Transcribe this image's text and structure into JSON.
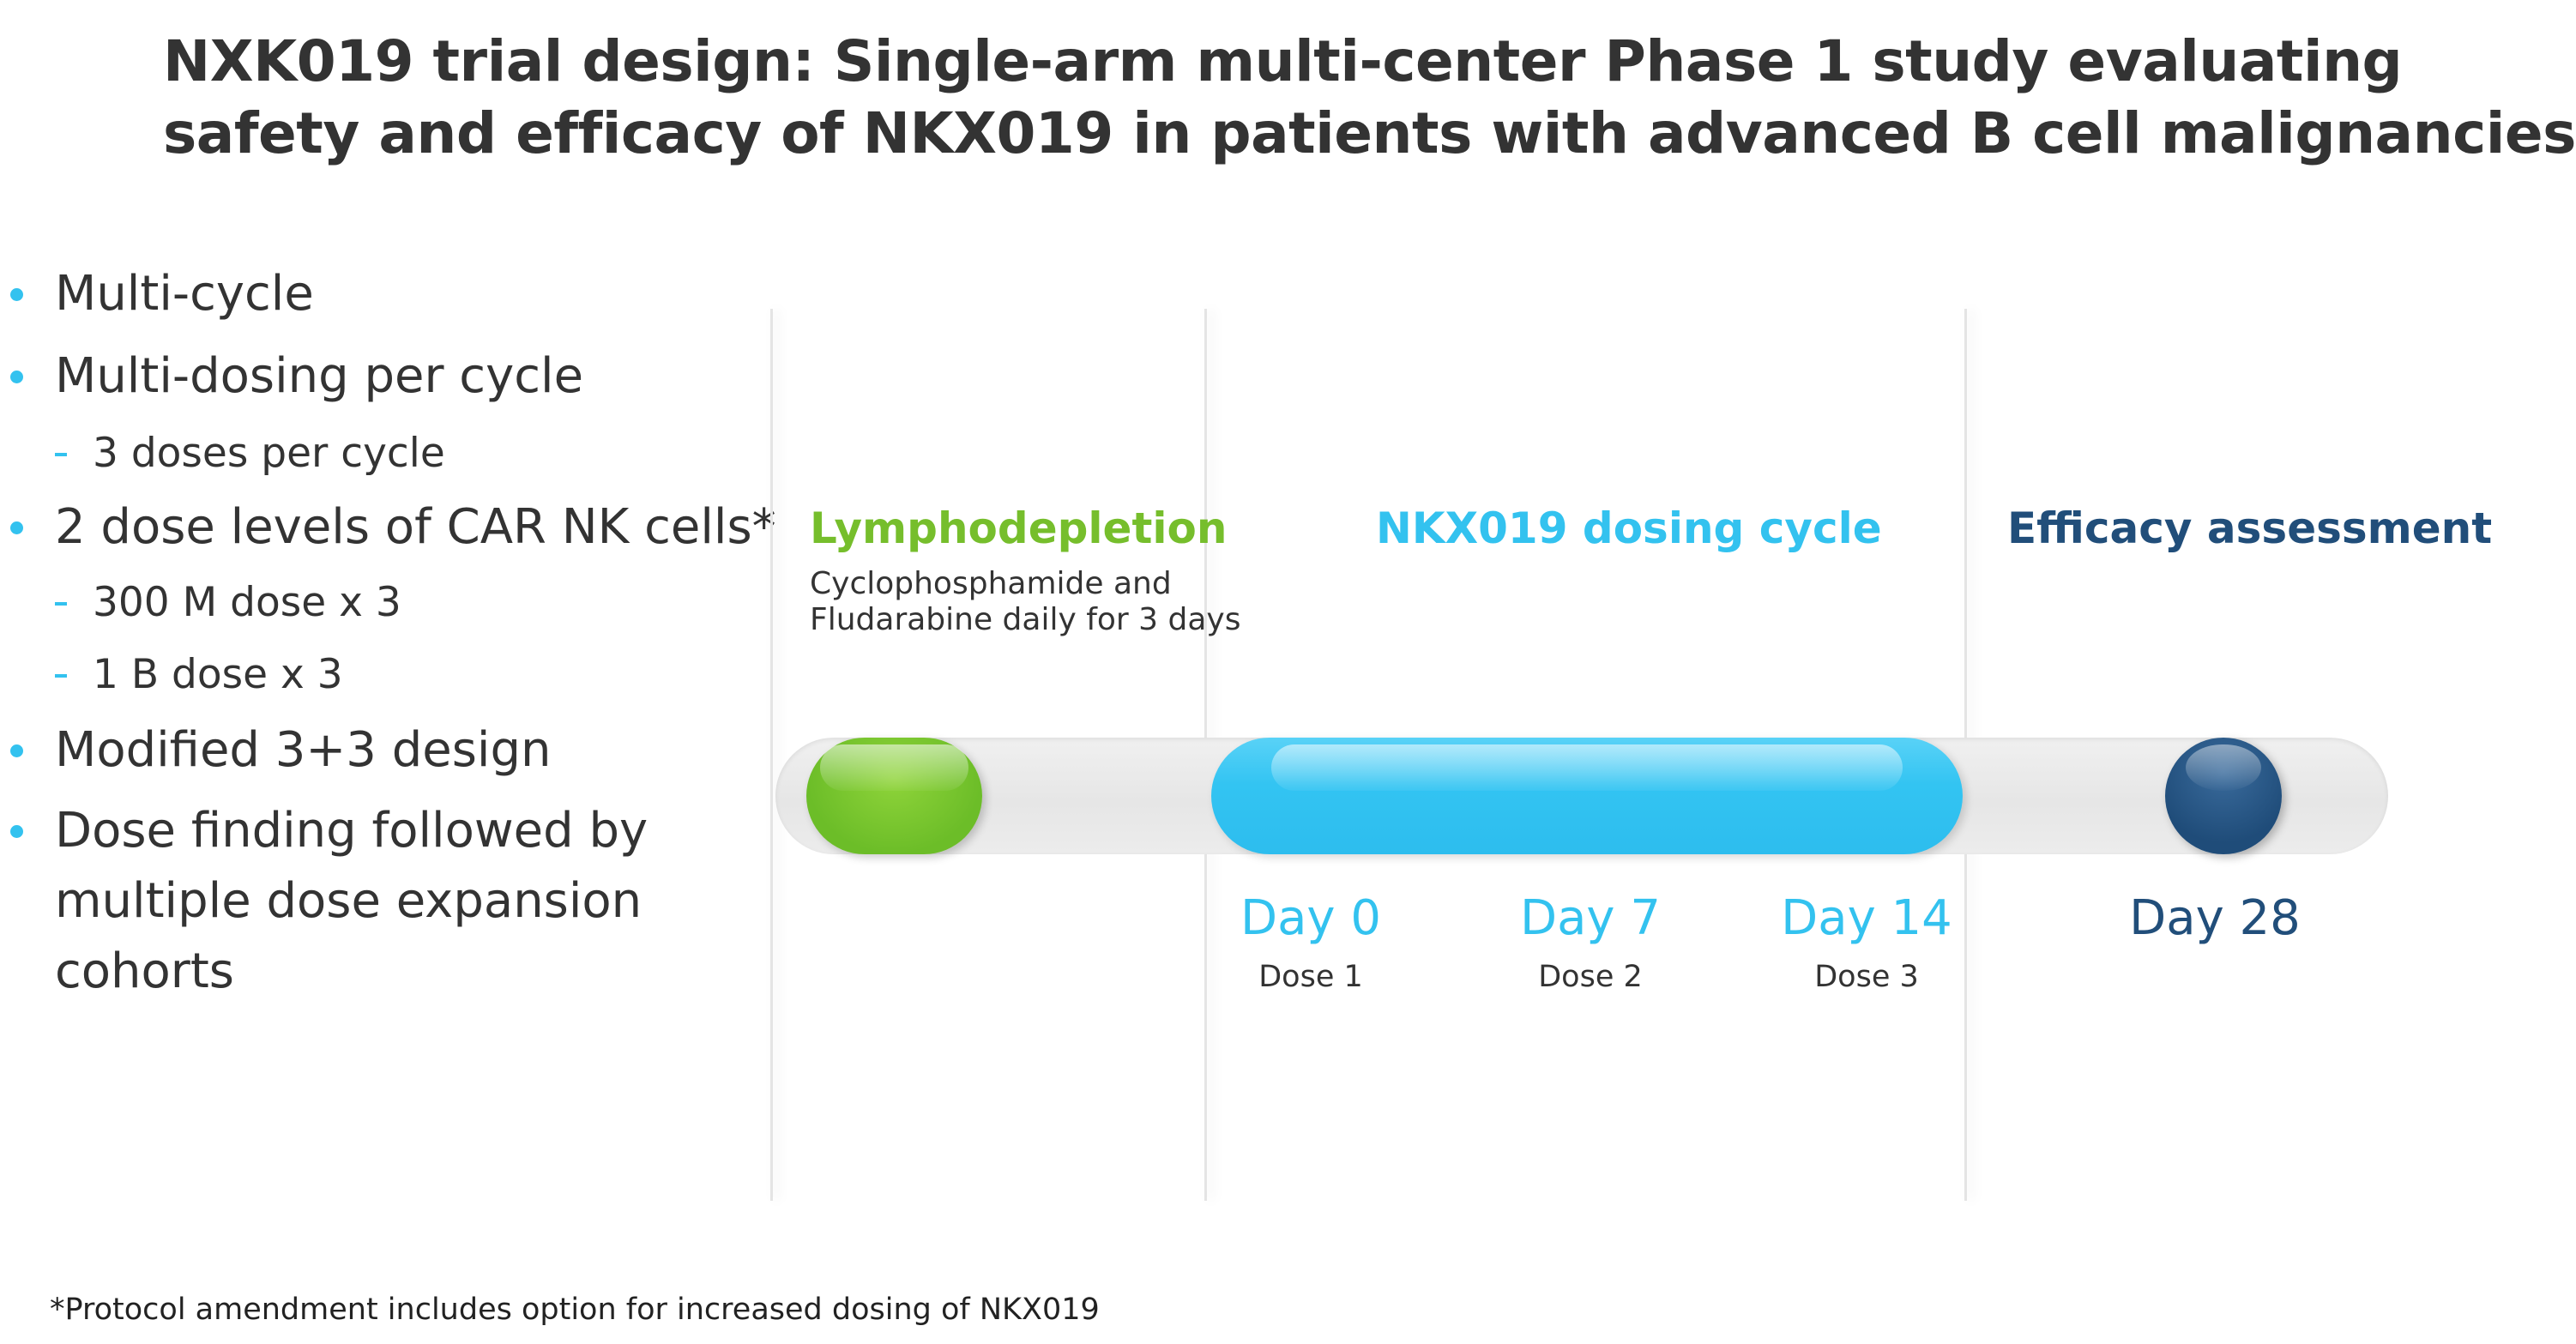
{
  "title": {
    "line1": "NXK019 trial design: Single-arm multi-center Phase 1 study evaluating",
    "line2": "safety and efficacy of NKX019 in patients with advanced B cell malignancies"
  },
  "bullets": {
    "b1": "Multi-cycle",
    "b2": "Multi-dosing per cycle",
    "b2_sub1": "3 doses per cycle",
    "b3": "2 dose levels of CAR NK cells*",
    "b3_sub1": "300 M dose x 3",
    "b3_sub2": "1 B dose x 3",
    "b4": "Modified 3+3 design",
    "b5_line1": "Dose finding followed by",
    "b5_line2": "multiple dose expansion",
    "b5_line3": "cohorts"
  },
  "phases": {
    "lymphodepletion": {
      "title": "Lymphodepletion",
      "desc_line1": "Cyclophosphamide and",
      "desc_line2": "Fludarabine daily for 3 days",
      "color": "#76be2c"
    },
    "dosing": {
      "title": "NKX019 dosing cycle",
      "color": "#33c2ef"
    },
    "efficacy": {
      "title": "Efficacy assessment",
      "color": "#214e7a"
    }
  },
  "timepoints": {
    "day0": {
      "day": "Day 0",
      "dose": "Dose 1"
    },
    "day7": {
      "day": "Day 7",
      "dose": "Dose 2"
    },
    "day14": {
      "day": "Day 14",
      "dose": "Dose 3"
    },
    "day28": {
      "day": "Day 28"
    }
  },
  "footnote": "*Protocol amendment includes option for increased dosing of NKX019"
}
